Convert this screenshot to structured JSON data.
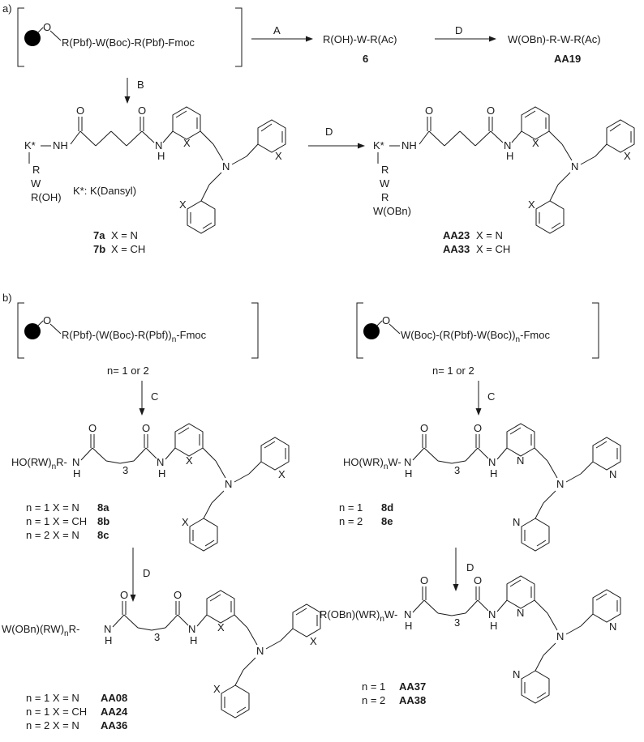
{
  "colors": {
    "ink": "#1a1a1a",
    "background": "#ffffff",
    "resin_bead": "#000000"
  },
  "icons": {
    "resin_bead": "filled-circle-icon",
    "arrows": "reaction-arrow-icon"
  },
  "part_a": {
    "label": "a)",
    "resin_oxygen": "O",
    "resin_peptide": "R(Pbf)-W(Boc)-R(Pbf)-Fmoc",
    "arrow_A": "A",
    "arrow_B": "B",
    "arrow_D1": "D",
    "arrow_D2": "D",
    "cmpd6_formula": "R(OH)-W-R(Ac)",
    "cmpd6_id": "6",
    "aa19_formula": "W(OBn)-R-W-R(Ac)",
    "aa19_id": "AA19",
    "ks_label": "K*",
    "ks_dash": "–",
    "nh": "NH",
    "o1": "O",
    "o2": "O",
    "hn": "H",
    "n_label": "N",
    "x": "X",
    "tail_7": [
      "R",
      "W",
      "R(OH)"
    ],
    "kstar_def": "K*: K(Dansyl)",
    "id_7a": "7a",
    "cond_7a": "X = N",
    "id_7b": "7b",
    "cond_7b": "X = CH",
    "tail_aa": [
      "R",
      "W",
      "R",
      "W(OBn)"
    ],
    "id_aa23": "AA23",
    "cond_aa23": "X = N",
    "id_aa33": "AA33",
    "cond_aa33": "X = CH"
  },
  "part_b": {
    "label": "b)",
    "left_resin_peptide_1": "R(Pbf)-(W(Boc)-R(Pbf))",
    "left_resin_peptide_sub": "n",
    "left_resin_peptide_2": "-Fmoc",
    "left_n_note": "n= 1 or 2",
    "right_resin_peptide_1": "W(Boc)-(R(Pbf)-W(Boc))",
    "right_resin_peptide_sub": "n",
    "right_resin_peptide_2": "-Fmoc",
    "right_n_note": "n= 1 or 2",
    "arrow_C_left": "C",
    "arrow_C_right": "C",
    "arrow_D_left": "D",
    "arrow_D_right": "D",
    "chain_3": "3",
    "cmpd8_prefix": "HO(RW)",
    "cmpd8_sub": "n",
    "cmpd8_suffix": "R-",
    "cmpd8d_prefix": "HO(WR)",
    "cmpd8d_sub": "n",
    "cmpd8d_suffix": "W-",
    "aa_left_prefix": "W(OBn)(RW)",
    "aa_left_sub": "n",
    "aa_left_suffix": "R-",
    "aa_right_prefix": "R(OBn)(WR)",
    "aa_right_sub": "n",
    "aa_right_suffix": "W-",
    "rows_8abc": [
      {
        "cond": "n = 1 X = N",
        "id": "8a"
      },
      {
        "cond": "n = 1 X = CH",
        "id": "8b"
      },
      {
        "cond": "n = 2 X = N",
        "id": "8c"
      }
    ],
    "rows_8de": [
      {
        "cond": "n = 1",
        "id": "8d"
      },
      {
        "cond": "n = 2",
        "id": "8e"
      }
    ],
    "rows_aa_left": [
      {
        "cond": "n = 1 X = N",
        "id": "AA08"
      },
      {
        "cond": "n = 1 X = CH",
        "id": "AA24"
      },
      {
        "cond": "n = 2 X = N",
        "id": "AA36"
      }
    ],
    "rows_aa_right": [
      {
        "cond": "n = 1",
        "id": "AA37"
      },
      {
        "cond": "n = 2",
        "id": "AA38"
      }
    ]
  }
}
